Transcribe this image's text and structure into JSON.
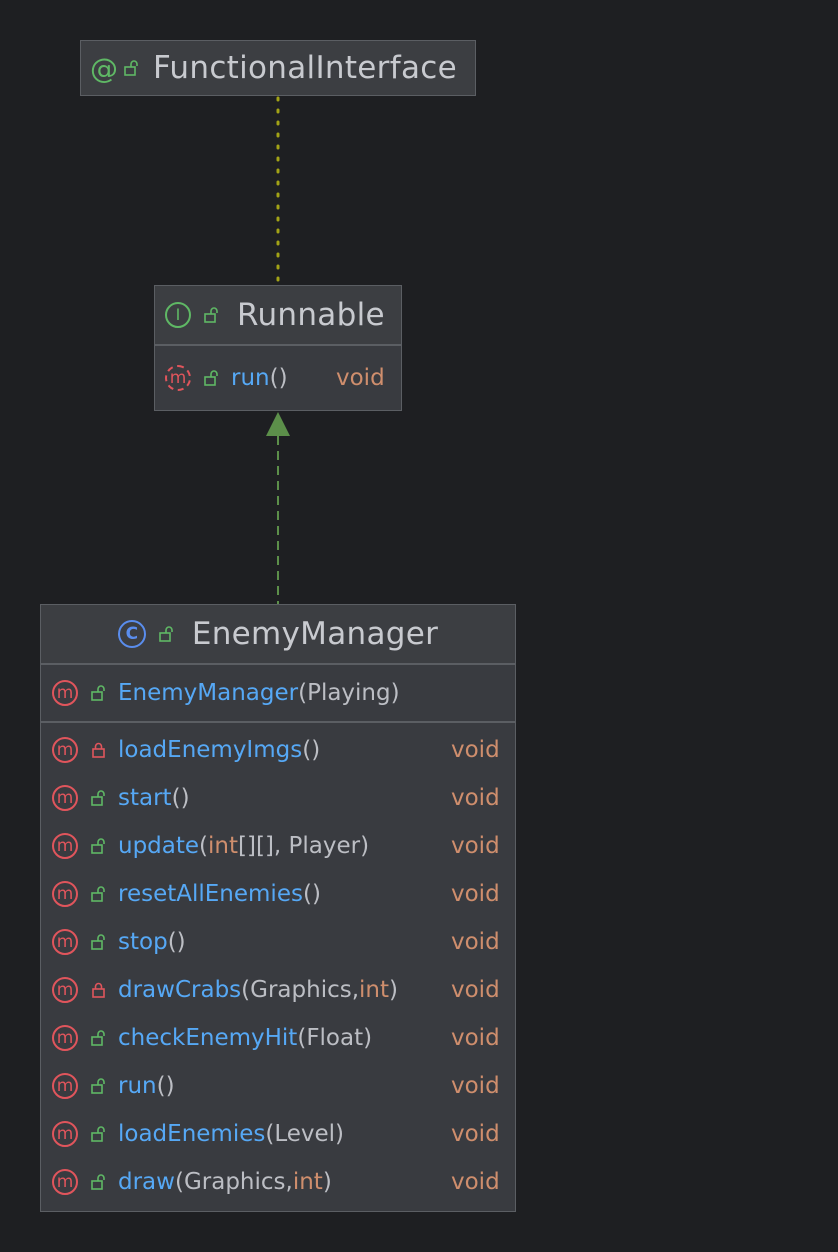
{
  "colors": {
    "background": "#1e1f22",
    "box_fill": "#393b40",
    "header_fill": "#3c3e42",
    "border": "#5b5e63",
    "method_name": "#56a8f5",
    "keyword_type": "#cf8e6d",
    "method_icon": "#e0555c",
    "class_icon": "#5a8ded",
    "green_icon": "#5fb865",
    "annotation_edge": "#a3a316",
    "implements_edge": "#5c8f4a"
  },
  "nodes": {
    "functional_interface": {
      "kind_icon": "annotation-icon",
      "kind_glyph": "@",
      "visibility_icon": "public-lock-icon",
      "name": "FunctionalInterface"
    },
    "runnable": {
      "kind_icon": "interface-icon",
      "kind_glyph": "I",
      "visibility_icon": "public-lock-icon",
      "name": "Runnable",
      "methods": [
        {
          "icon": "abstract-method-icon",
          "glyph": "m",
          "visibility": "public",
          "name": "run",
          "open": "(",
          "close": ")",
          "return_type": "void"
        }
      ]
    },
    "enemy_manager": {
      "kind_icon": "class-icon",
      "kind_glyph": "C",
      "visibility_icon": "public-lock-icon",
      "name": "EnemyManager",
      "constructor": {
        "icon": "method-icon",
        "glyph": "m",
        "visibility": "public",
        "name": "EnemyManager",
        "open": "(",
        "param": "Playing",
        "close": ")"
      },
      "methods": [
        {
          "glyph": "m",
          "visibility": "private",
          "name": "loadEnemyImgs",
          "open": "(",
          "close": ")",
          "return_type": "void"
        },
        {
          "glyph": "m",
          "visibility": "public",
          "name": "start",
          "open": "(",
          "close": ")",
          "return_type": "void"
        },
        {
          "glyph": "m",
          "visibility": "public",
          "name": "update",
          "open": "(",
          "params_kw": "int",
          "params_mid": "[][], Player",
          "close": ")",
          "return_type": "void"
        },
        {
          "glyph": "m",
          "visibility": "public",
          "name": "resetAllEnemies",
          "open": "(",
          "close": ")",
          "return_type": "void"
        },
        {
          "glyph": "m",
          "visibility": "public",
          "name": "stop",
          "open": "(",
          "close": ")",
          "return_type": "void"
        },
        {
          "glyph": "m",
          "visibility": "private",
          "name": "drawCrabs",
          "open": "(",
          "params_pre": "Graphics, ",
          "params_kw": "int",
          "close": ")",
          "return_type": "void"
        },
        {
          "glyph": "m",
          "visibility": "public",
          "name": "checkEnemyHit",
          "open": "(",
          "params_pre": "Float",
          "close": ")",
          "return_type": "void"
        },
        {
          "glyph": "m",
          "visibility": "public",
          "name": "run",
          "open": "(",
          "close": ")",
          "return_type": "void"
        },
        {
          "glyph": "m",
          "visibility": "public",
          "name": "loadEnemies",
          "open": "(",
          "params_pre": "Level",
          "close": ")",
          "return_type": "void"
        },
        {
          "glyph": "m",
          "visibility": "public",
          "name": "draw",
          "open": "(",
          "params_pre": "Graphics, ",
          "params_kw": "int",
          "close": ")",
          "return_type": "void"
        }
      ]
    }
  },
  "edges": [
    {
      "from": "runnable",
      "to": "functional_interface",
      "style": "dotted",
      "kind": "annotation"
    },
    {
      "from": "enemy_manager",
      "to": "runnable",
      "style": "dashed-arrow",
      "kind": "implements"
    }
  ]
}
